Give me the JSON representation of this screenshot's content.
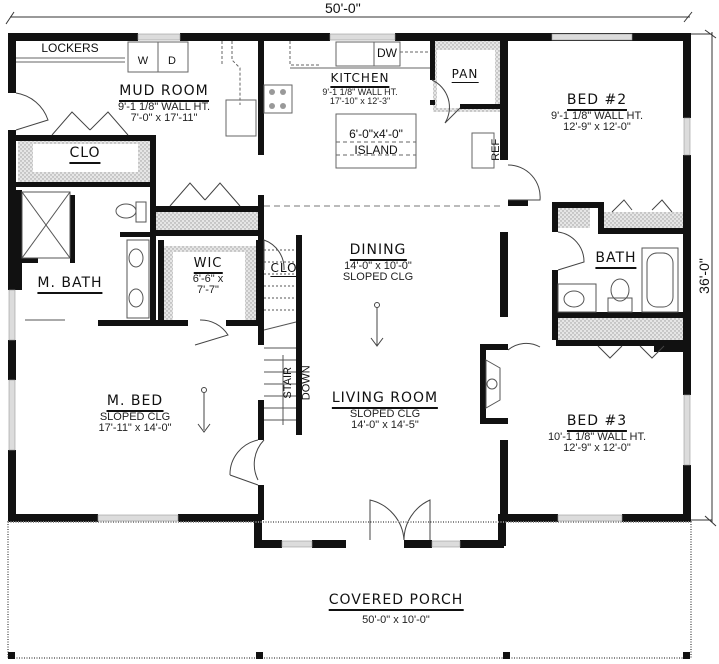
{
  "dimensions": {
    "overall_width": "50'-0\"",
    "overall_depth": "36'-0\""
  },
  "rooms": {
    "lockers": {
      "label": "LOCKERS"
    },
    "washer": {
      "label": "W"
    },
    "dryer": {
      "label": "D"
    },
    "mud_room": {
      "label": "MUD ROOM",
      "line1": "9'-1 1/8\" WALL HT.",
      "line2": "7'-0\" x 17'-11\""
    },
    "mud_closet": {
      "label": "CLO"
    },
    "kitchen": {
      "label": "KITCHEN",
      "line1": "9'-1 1/8\" WALL HT.",
      "line2": "17'-10\" x 12'-3\""
    },
    "dishwasher": {
      "label": "DW"
    },
    "island": {
      "label": "ISLAND",
      "size": "6'-0\"x4'-0\""
    },
    "pantry": {
      "label": "PAN"
    },
    "refrigerator": {
      "label": "REF"
    },
    "bed2": {
      "label": "BED #2",
      "line1": "9'-1 1/8\" WALL HT.",
      "line2": "12'-9\" x 12'-0\""
    },
    "bath": {
      "label": "BATH"
    },
    "master_bath": {
      "label": "M. BATH"
    },
    "wic": {
      "label": "WIC",
      "line1": "6'-6\" x",
      "line2": "7'-7\""
    },
    "stair_closet": {
      "label": "CLO"
    },
    "stair": {
      "label1": "STAIR",
      "label2": "DOWN"
    },
    "dining": {
      "label": "DINING",
      "line1": "14'-0\" x 10'-0\"",
      "line2": "SLOPED CLG"
    },
    "living_room": {
      "label": "LIVING ROOM",
      "line1": "SLOPED CLG",
      "line2": "14'-0\" x 14'-5\""
    },
    "master_bed": {
      "label": "M. BED",
      "line1": "SLOPED CLG",
      "line2": "17'-11\" x 14'-0\""
    },
    "bed3": {
      "label": "BED #3",
      "line1": "10'-1 1/8\" WALL HT.",
      "line2": "12'-9\" x 12'-0\""
    },
    "covered_porch": {
      "label": "COVERED PORCH",
      "line1": "50'-0\" x 10'-0\""
    }
  },
  "colors": {
    "wall": "#111111",
    "line": "#555555",
    "hatch": "#cfcfcf",
    "window": "#d8d8d8"
  }
}
